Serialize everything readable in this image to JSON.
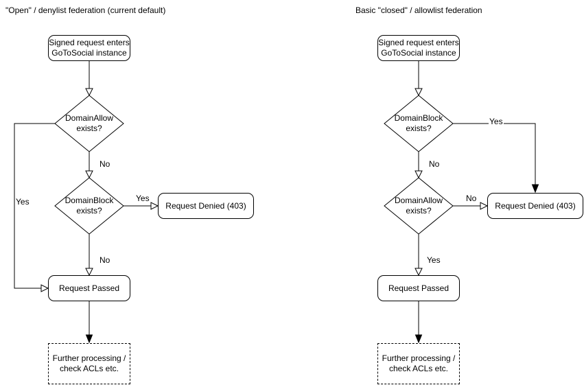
{
  "colors": {
    "background": "#ffffff",
    "stroke": "#000000",
    "text": "#000000"
  },
  "flows": [
    {
      "title": "\"Open\" / denylist federation (current default)",
      "start_line1": "Signed request enters",
      "start_line2": "GoToSocial instance",
      "decision1_line1": "DomainAllow",
      "decision1_line2": "exists?",
      "decision1_side_label": "Yes",
      "decision1_down_label": "No",
      "decision2_line1": "DomainBlock",
      "decision2_line2": "exists?",
      "decision2_side_label": "Yes",
      "decision2_down_label": "No",
      "denied_label": "Request Denied (403)",
      "passed_label": "Request Passed",
      "further_line1": "Further processing /",
      "further_line2": "check ACLs etc."
    },
    {
      "title": "Basic \"closed\" / allowlist federation",
      "start_line1": "Signed request enters",
      "start_line2": "GoToSocial instance",
      "decision1_line1": "DomainBlock",
      "decision1_line2": "exists?",
      "decision1_side_label": "Yes",
      "decision1_down_label": "No",
      "decision2_line1": "DomainAllow",
      "decision2_line2": "exists?",
      "decision2_side_label": "No",
      "decision2_down_label": "Yes",
      "denied_label": "Request Denied (403)",
      "passed_label": "Request Passed",
      "further_line1": "Further processing /",
      "further_line2": "check ACLs etc."
    }
  ]
}
